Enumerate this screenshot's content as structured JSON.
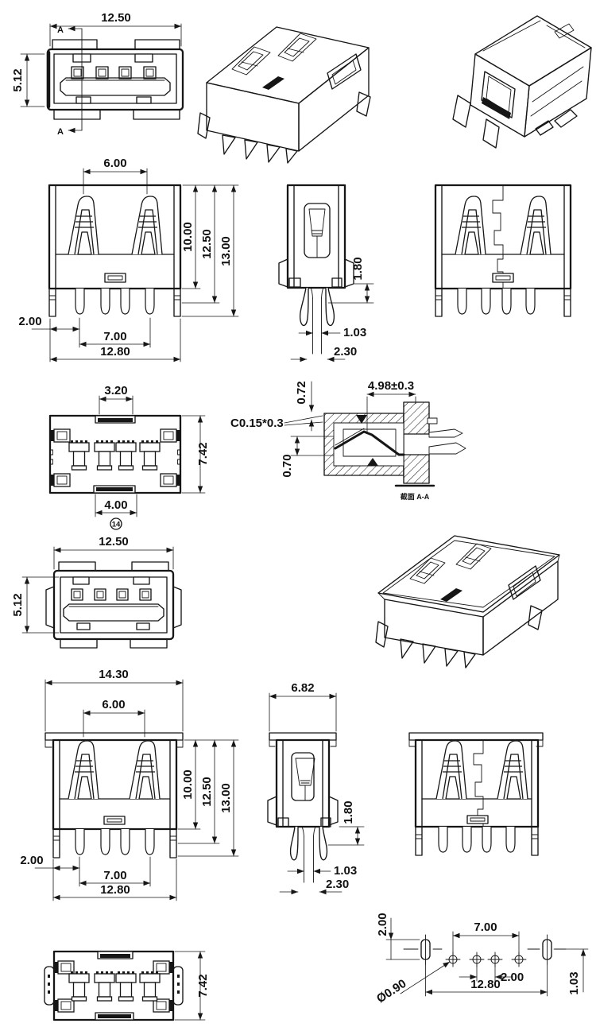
{
  "page": {
    "background": "#ffffff",
    "ink": "#161616"
  },
  "annotations": {
    "section_mark_top": "A",
    "section_mark_bottom": "A",
    "section_caption": "截面 A-A",
    "balloon_callout": "14"
  },
  "views": {
    "front_view_sectioned": {
      "dim_width": "12.50",
      "dim_height": "5.12"
    },
    "back_view": {
      "dim_clip_span": "6.00",
      "dim_body_height": "10.00",
      "dim_mid_height": "12.50",
      "dim_overall_height": "13.00",
      "dim_pin_offset": "2.00",
      "dim_pin_span": "7.00",
      "dim_overall_width": "12.80"
    },
    "side_view": {
      "dim_step": "1.80",
      "dim_slot_width": "1.03",
      "dim_leg_width": "2.30"
    },
    "bottom_view": {
      "dim_notch_width": "3.20",
      "dim_depth": "7.42",
      "dim_slot_width": "4.00"
    },
    "section_view": {
      "dim_wall": "0.72",
      "dim_contact_span": "4.98±0.3",
      "chamfer_note": "C0.15*0.3",
      "dim_gap": "0.70"
    },
    "front_view_plain": {
      "dim_width": "12.50",
      "dim_height": "5.12"
    },
    "back_view_flanged": {
      "dim_flange_width": "14.30",
      "dim_clip_span": "6.00",
      "dim_body_height": "10.00",
      "dim_mid_height": "12.50",
      "dim_overall_height": "13.00",
      "dim_pin_offset": "2.00",
      "dim_pin_span": "7.00",
      "dim_overall_width": "12.80"
    },
    "side_view_flanged": {
      "dim_width": "6.82",
      "dim_step": "1.80",
      "dim_slot_width": "1.03",
      "dim_leg_width": "2.30"
    },
    "bottom_view_plain": {
      "dim_depth": "7.42"
    },
    "pcb_footprint": {
      "dim_pad_height": "2.00",
      "dim_outer_pin_span": "7.00",
      "dim_inner_pin_pitch": "2.00",
      "dim_pad_span": "12.80",
      "dim_pad_width": "1.03",
      "hole_diameter": "Ø0.90"
    }
  }
}
